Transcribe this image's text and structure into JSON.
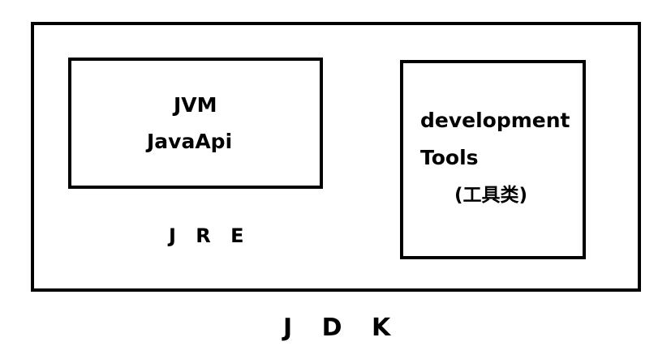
{
  "jdk": {
    "label": "J D K"
  },
  "jre": {
    "label": "J R E",
    "inner_lines": [
      "JVM",
      "JavaApi"
    ]
  },
  "tools": {
    "lines": [
      "development",
      "Tools",
      "(工具类)"
    ]
  },
  "colors": {
    "stroke": "#000000",
    "background": "#ffffff"
  }
}
